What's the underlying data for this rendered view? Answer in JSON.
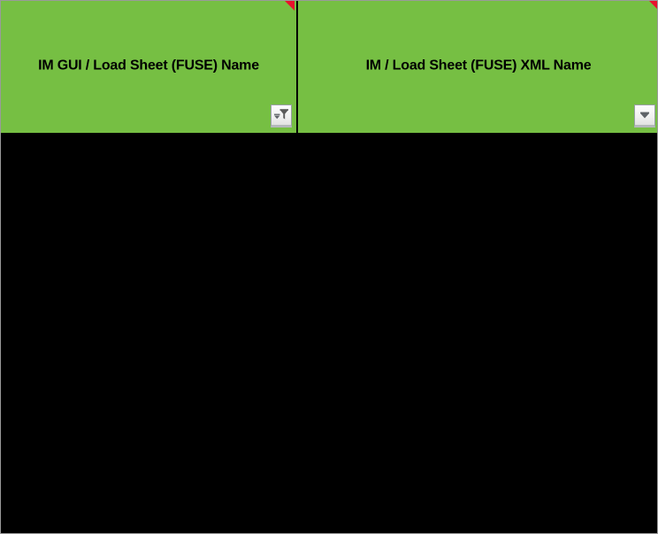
{
  "sheet": {
    "type": "spreadsheet-filter-header",
    "background_color": "#000000",
    "header_fill_color": "#76bf43",
    "header_text_color": "#000000",
    "comment_marker_color": "#e8112d",
    "gridline_color": "#000000"
  },
  "header": {
    "columns": [
      {
        "id": "col-a",
        "label": "IM GUI / Load Sheet (FUSE) Name",
        "has_comment_marker": true,
        "filter": {
          "icon": "funnel-filter-icon",
          "state": "filtered",
          "title": "Filter applied"
        }
      },
      {
        "id": "col-b",
        "label": "IM / Load Sheet (FUSE) XML Name",
        "has_comment_marker": true,
        "filter": {
          "icon": "chevron-down-icon",
          "state": "unfiltered",
          "title": "Open filter menu"
        }
      }
    ]
  },
  "body": {
    "rows": []
  }
}
